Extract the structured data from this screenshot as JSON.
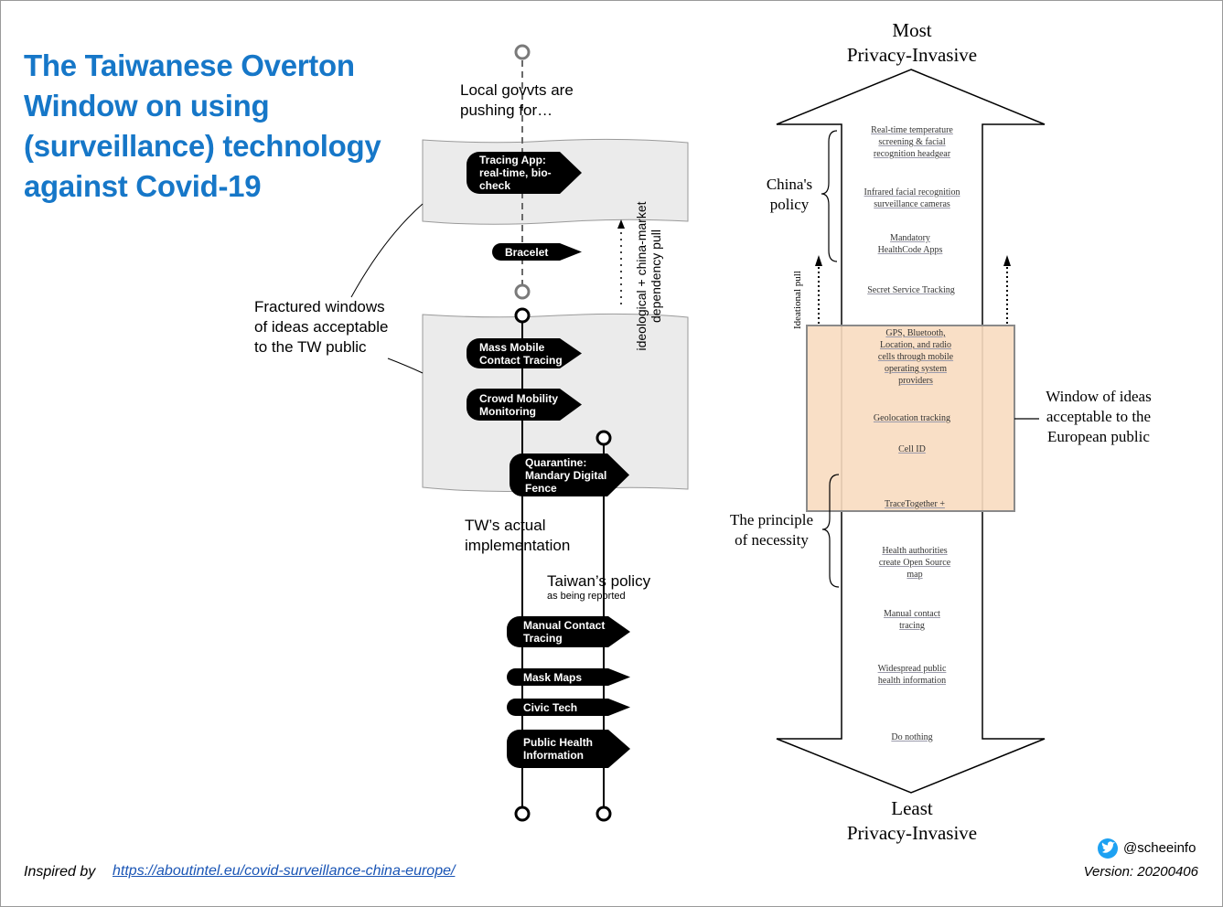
{
  "title": "The Taiwanese Overton\nWindow on using\n(surveillance) technology\nagainst Covid-19",
  "left_diagram": {
    "local_govts_label": "Local govvts are\npushing for…",
    "fractured_label": "Fractured windows\nof ideas acceptable\nto the TW public",
    "pull_label": "ideological + china-market\ndependency pull",
    "tw_actual_label": "TW’s actual\nimplementation",
    "taiwan_policy_label": "Taiwan’s policy",
    "taiwan_policy_sub": "as being reported",
    "tags": [
      "Tracing App:\nreal-time, bio-\ncheck",
      "Bracelet",
      "Mass Mobile\nContact Tracing",
      "Crowd Mobility\nMonitoring",
      "Quarantine:\nMandary Digital\nFence",
      "Manual Contact\nTracing",
      "Mask Maps",
      "Civic Tech",
      "Public Health\nInformation"
    ]
  },
  "right_diagram": {
    "top_label": "Most\nPrivacy-Invasive",
    "bottom_label": "Least\nPrivacy-Invasive",
    "china_label": "China's\npolicy",
    "ideational_label": "Ideational pull",
    "window_label": "Window of ideas\nacceptable to the\nEuropean public",
    "necessity_label": "The principle\nof necessity",
    "items": [
      "Real-time temperature\nscreening & facial\nrecognition headgear",
      "Infrared facial recognition\nsurveillance cameras",
      "Mandatory\nHealthCode Apps",
      "Secret Service Tracking",
      "GPS, Bluetooth,\nLocation, and radio\ncells through mobile\noperating system\nproviders",
      "Geolocation tracking",
      "Cell ID",
      "TraceTogether +",
      "Health authorities\ncreate Open Source\nmap",
      "Manual contact\ntracing",
      "Widespread public\nhealth information",
      "Do nothing"
    ]
  },
  "footer": {
    "inspired_label": "Inspired by",
    "inspired_url": "https://aboutintel.eu/covid-surveillance-china-europe/",
    "twitter_handle": "@scheeinfo",
    "version": "Version: 20200406"
  },
  "colors": {
    "title": "#1677c8",
    "window_fill": "#f8dcc0",
    "band_fill": "#ebebeb",
    "twitter": "#1da1f2"
  },
  "icons": {
    "twitter": "twitter-bird-icon"
  }
}
